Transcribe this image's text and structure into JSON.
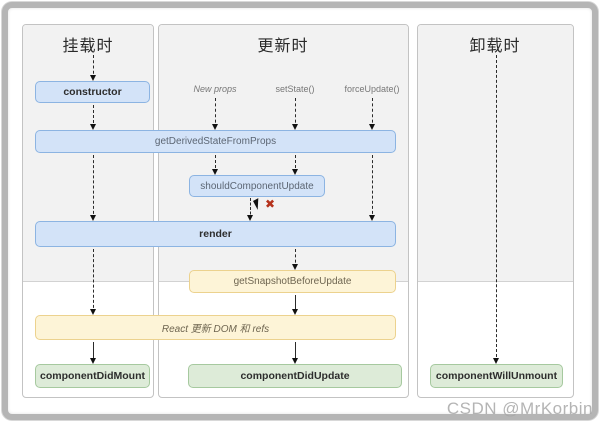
{
  "diagram": {
    "columns": [
      {
        "id": "mounting",
        "title": "挂载时"
      },
      {
        "id": "updating",
        "title": "更新时"
      },
      {
        "id": "unmounting",
        "title": "卸载时"
      }
    ],
    "triggers": [
      {
        "label": "New props"
      },
      {
        "label": "setState()"
      },
      {
        "label": "forceUpdate()"
      }
    ],
    "nodes": {
      "constructor": "constructor",
      "getDerivedStateFromProps": "getDerivedStateFromProps",
      "shouldComponentUpdate": "shouldComponentUpdate",
      "render": "render",
      "getSnapshotBeforeUpdate": "getSnapshotBeforeUpdate",
      "reactUpdatesDom": "React 更新 DOM 和 refs",
      "componentDidMount": "componentDidMount",
      "componentDidUpdate": "componentDidUpdate",
      "componentWillUnmount": "componentWillUnmount"
    },
    "blocked_mark": "✖",
    "colors": {
      "blue_fill": "#d3e3f8",
      "blue_border": "#8cb4e2",
      "yellow_fill": "#fdf4d7",
      "yellow_border": "#ecd28e",
      "green_fill": "#ddebd8",
      "green_border": "#a6c99f"
    }
  },
  "watermark": "CSDN @MrKorbin"
}
